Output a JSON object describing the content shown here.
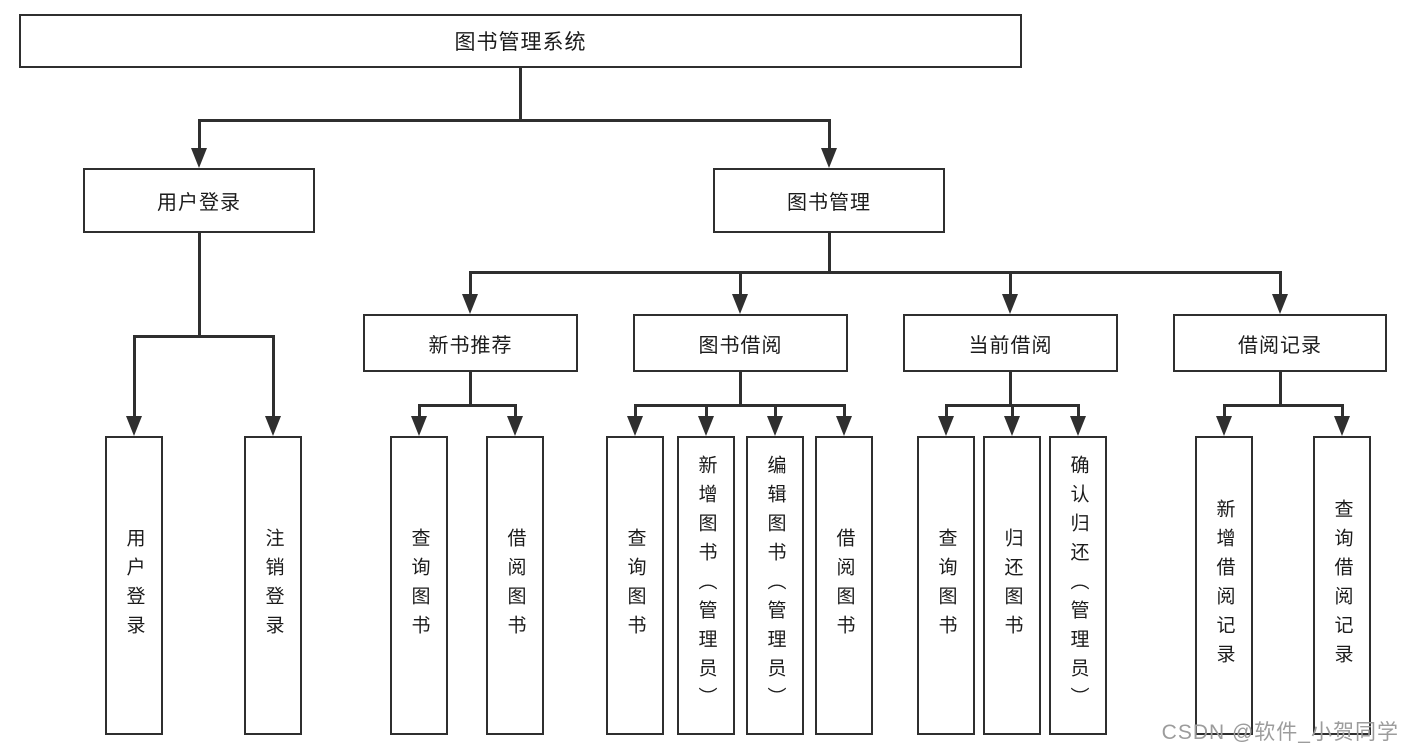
{
  "tree": {
    "root": {
      "label": "图书管理系统",
      "children": [
        {
          "label": "用户登录",
          "children": [
            {
              "label": "用户登录"
            },
            {
              "label": "注销登录"
            }
          ]
        },
        {
          "label": "图书管理",
          "children": [
            {
              "label": "新书推荐",
              "children": [
                {
                  "label": "查询图书"
                },
                {
                  "label": "借阅图书"
                }
              ]
            },
            {
              "label": "图书借阅",
              "children": [
                {
                  "label": "查询图书"
                },
                {
                  "label": "新增图书（管理员）"
                },
                {
                  "label": "编辑图书（管理员）"
                },
                {
                  "label": "借阅图书"
                }
              ]
            },
            {
              "label": "当前借阅",
              "children": [
                {
                  "label": "查询图书"
                },
                {
                  "label": "归还图书"
                },
                {
                  "label": "确认归还（管理员）"
                }
              ]
            },
            {
              "label": "借阅记录",
              "children": [
                {
                  "label": "新增借阅记录"
                },
                {
                  "label": "查询借阅记录"
                }
              ]
            }
          ]
        }
      ]
    }
  },
  "watermark": {
    "text": "CSDN @软件_小贺同学"
  },
  "colors": {
    "line": "#2f2f2f",
    "text": "#1b1b1b",
    "watermark": "#9c9c9c",
    "background": "#ffffff"
  }
}
